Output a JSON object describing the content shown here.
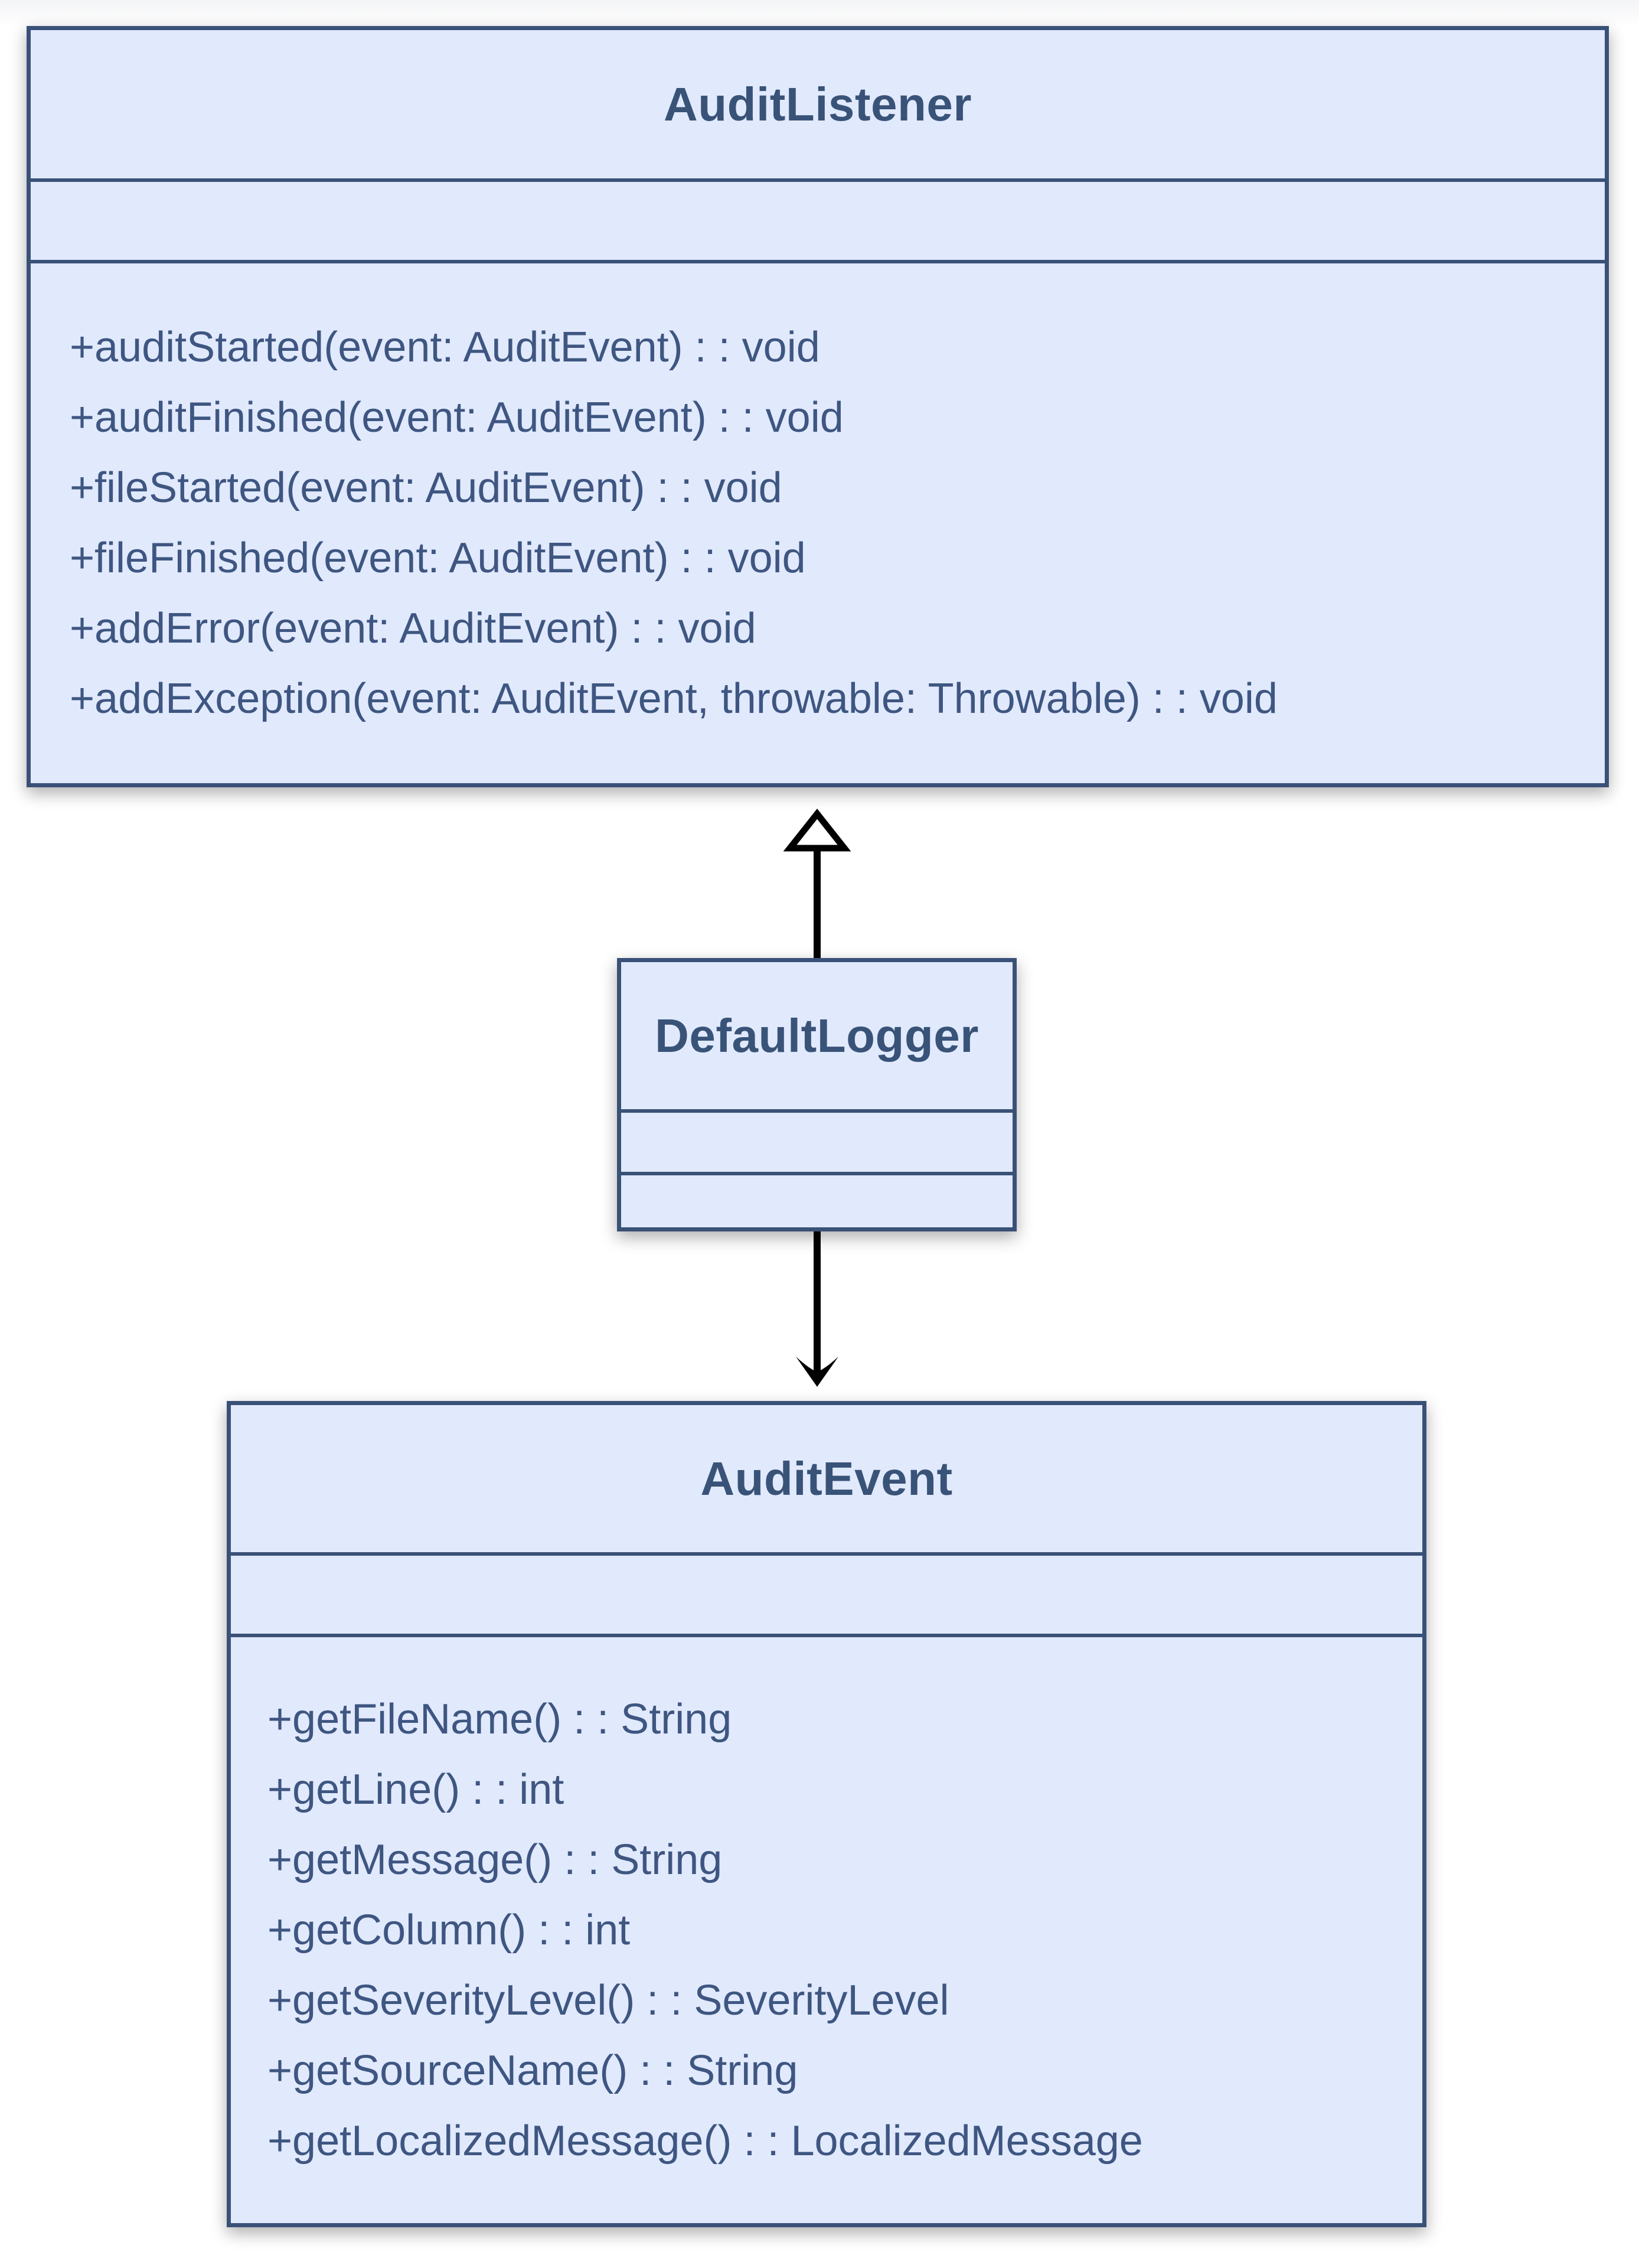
{
  "diagram": {
    "kind": "uml-class-diagram",
    "background": "#ffffff",
    "colors": {
      "box_fill": "#e1e9fc",
      "box_border": "#3a5177",
      "title_text": "#395378",
      "method_text": "#3e5681",
      "connector": "#000000"
    },
    "classes": [
      {
        "name": "AuditListener",
        "attributes": [],
        "methods": [
          "+auditStarted(event: AuditEvent) : : void",
          "+auditFinished(event: AuditEvent) : : void",
          "+fileStarted(event: AuditEvent) : : void",
          "+fileFinished(event: AuditEvent) : : void",
          "+addError(event: AuditEvent) : : void",
          "+addException(event: AuditEvent, throwable: Throwable) : : void"
        ]
      },
      {
        "name": "DefaultLogger",
        "attributes": [],
        "methods": []
      },
      {
        "name": "AuditEvent",
        "attributes": [],
        "methods": [
          "+getFileName() : : String",
          "+getLine() : : int",
          "+getMessage() : : String",
          "+getColumn() : : int",
          "+getSeverityLevel() : : SeverityLevel",
          "+getSourceName() : : String",
          "+getLocalizedMessage() : : LocalizedMessage"
        ]
      }
    ],
    "relationships": [
      {
        "from": "DefaultLogger",
        "to": "AuditListener",
        "type": "realization",
        "arrowhead": "hollow-triangle"
      },
      {
        "from": "DefaultLogger",
        "to": "AuditEvent",
        "type": "dependency",
        "arrowhead": "open-arrow"
      }
    ]
  }
}
